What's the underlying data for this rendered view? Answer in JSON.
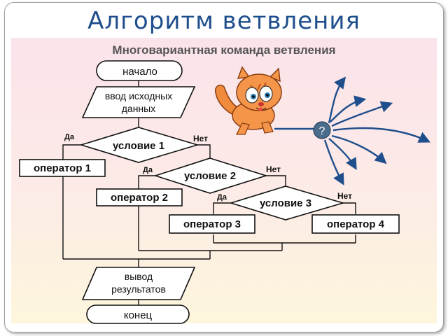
{
  "slide": {
    "title": "Алгоритм ветвления",
    "subtitle": "Многовариантная команда ветвления"
  },
  "flowchart": {
    "start": "начало",
    "input_line1": "ввод исходных",
    "input_line2": "данных",
    "condition1": "условие 1",
    "condition2": "условие 2",
    "condition3": "условие 3",
    "operator1": "оператор 1",
    "operator2": "оператор 2",
    "operator3": "оператор 3",
    "operator4": "оператор 4",
    "output_line1": "вывод",
    "output_line2": "результатов",
    "end": "конец",
    "yes1": "Да",
    "no1": "Нет",
    "yes2": "Да",
    "no2": "Нет",
    "yes3": "Да",
    "no3": "Нет"
  },
  "choice": {
    "question_mark": "?",
    "badge_color": "#4a6d8c",
    "arrow_color": "#1f4e8c"
  },
  "colors": {
    "title": "#1f4e8c",
    "subtitle": "#555555",
    "stroke": "#111111"
  }
}
